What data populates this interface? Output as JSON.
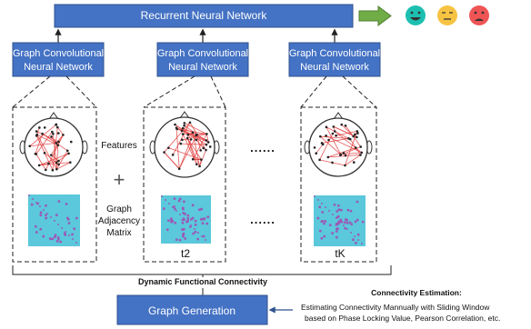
{
  "colors": {
    "box_fill": "#4472c4",
    "box_border": "#2f528f",
    "arrow_green": "#70ad47",
    "face_teal": "#1dbfb0",
    "face_yellow": "#f6c342",
    "face_red": "#ef5555",
    "edge_red": "#e03c3c",
    "matrix_bg": "#5bc8dc",
    "matrix_dot": "#9b59b6"
  },
  "rnn": {
    "label": "Recurrent Neural Network"
  },
  "gcn_blocks": [
    {
      "line1": "Graph Convolutional",
      "line2": "Neural Network"
    },
    {
      "line1": "Graph Convolutional",
      "line2": "Neural Network"
    },
    {
      "line1": "Graph Convolutional",
      "line2": "Neural Network"
    }
  ],
  "emotion_icons": [
    "happy-face-icon",
    "neutral-face-icon",
    "angry-face-icon"
  ],
  "side_labels": {
    "features": "Features",
    "plus": "+",
    "matrix_line1": "Graph",
    "matrix_line2": "Adjacency",
    "matrix_line3": "Matrix"
  },
  "ellipsis": "......",
  "time_labels": {
    "t2": "t2",
    "tk": "tK"
  },
  "dfc_label": "Dynamic Functional Connectivity",
  "graph_generation": {
    "label": "Graph Generation"
  },
  "estimation": {
    "title": "Connectivity Estimation:",
    "line1": "Estimating Connectivity Mannually with Sliding Window",
    "line2": "based on Phase Locking Value, Pearson Correlation, etc."
  }
}
